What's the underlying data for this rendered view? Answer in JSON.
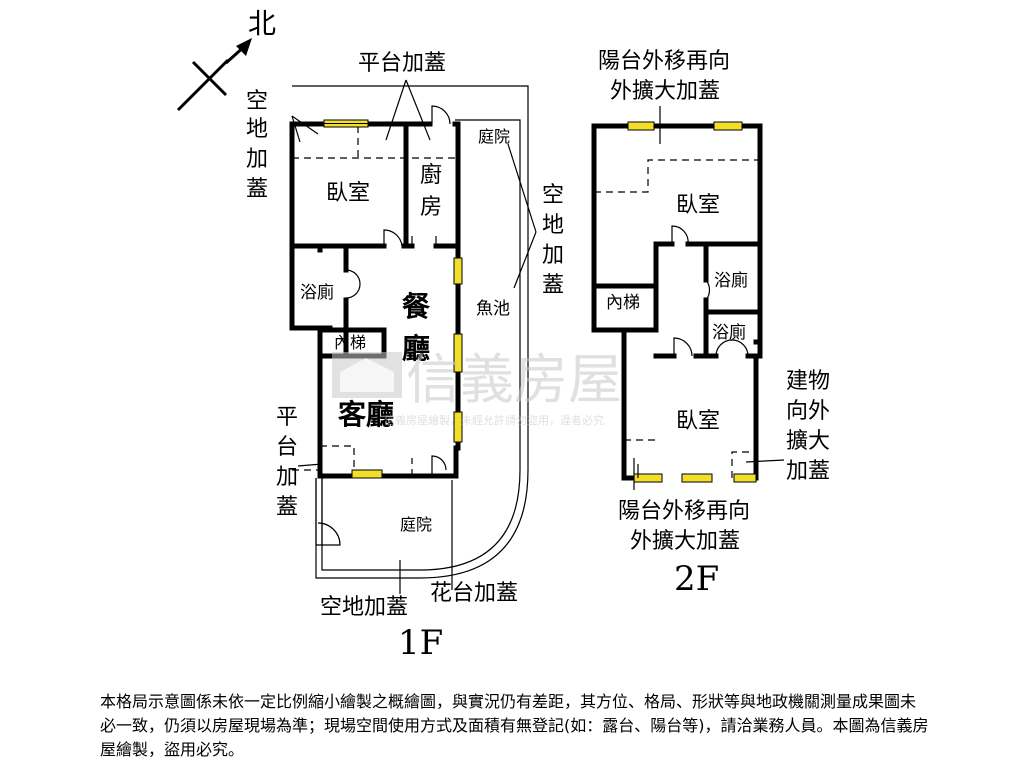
{
  "compass": {
    "north_label": "北"
  },
  "floor1": {
    "floor_label": "1F",
    "rooms": {
      "bedroom": "臥室",
      "kitchen_top": "廚",
      "kitchen_bottom": "房",
      "bathroom": "浴廁",
      "stairs": "內梯",
      "dining_top": "餐",
      "dining_bottom": "廳",
      "living": "客廳"
    },
    "outdoor": {
      "courtyard_top": "庭院",
      "courtyard_bottom": "庭院",
      "fish_pond": "魚池"
    },
    "annotations": {
      "platform_top": "平台加蓋",
      "vacant_left": [
        "空",
        "地",
        "加",
        "蓋"
      ],
      "vacant_right": [
        "空",
        "地",
        "加",
        "蓋"
      ],
      "platform_left": [
        "平",
        "台",
        "加",
        "蓋"
      ],
      "vacant_bottom": "空地加蓋",
      "flower_bed": "花台加蓋"
    }
  },
  "floor2": {
    "floor_label": "2F",
    "rooms": {
      "bedroom_top": "臥室",
      "bathroom_a": "浴廁",
      "stairs": "內梯",
      "bathroom_b": "浴廁",
      "bedroom_bottom": "臥室"
    },
    "annotations": {
      "balcony_top": [
        "陽台外移再向",
        "外擴大加蓋"
      ],
      "balcony_bottom": [
        "陽台外移再向",
        "外擴大加蓋"
      ],
      "building_ext": [
        "建物",
        "向外",
        "擴大",
        "加蓋"
      ]
    }
  },
  "watermark": {
    "brand": "信義房屋",
    "notice": "信義房屋繪製，未經允許請勿盜用，違者必究"
  },
  "disclaimer": "本格局示意圖係未依一定比例縮小繪製之概繪圖，與實況仍有差距，其方位、格局、形狀等與地政機關測量成果圖未必一致，仍須以房屋現場為準；現場空間使用方式及面積有無登記(如：露台、陽台等)，請洽業務人員。本圖為信義房屋繪製，盜用必究。",
  "colors": {
    "window": "#f2df2a",
    "wall": "#000000",
    "watermark": "#c8c8c8"
  }
}
